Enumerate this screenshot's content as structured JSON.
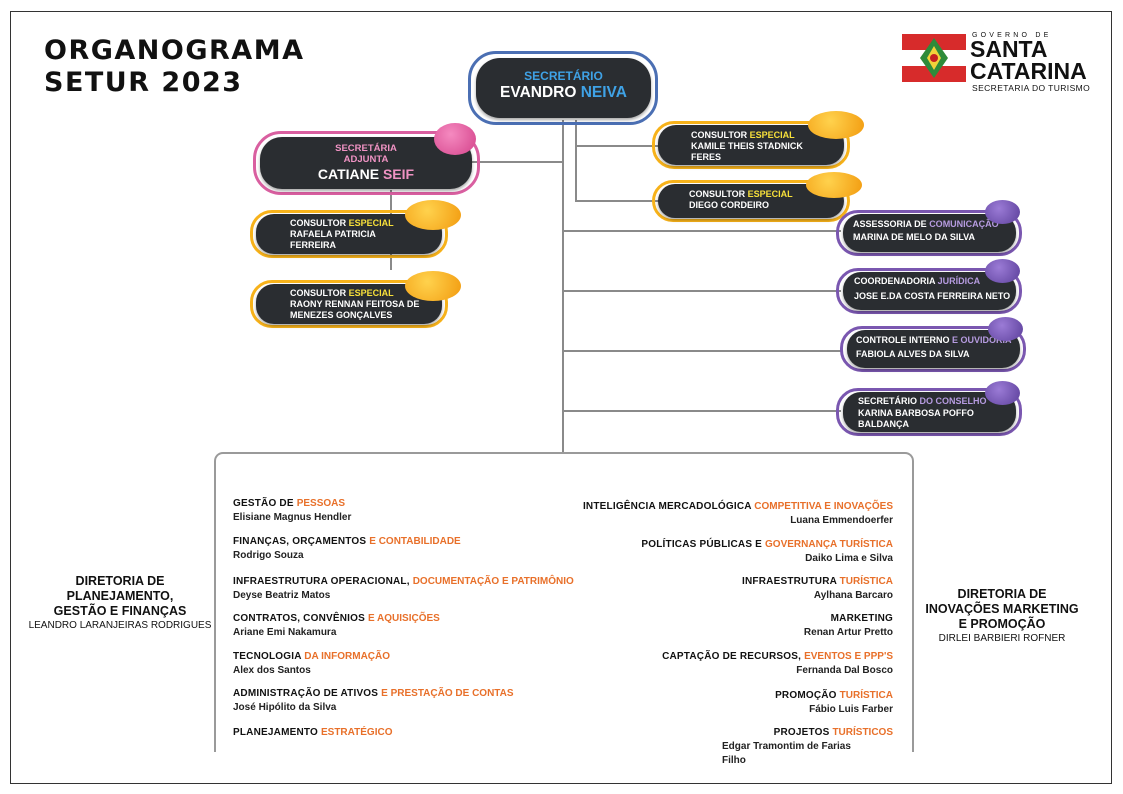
{
  "title": {
    "line1": "ORGANOGRAMA",
    "line2": "SETUR 2023"
  },
  "logo": {
    "top": "GOVERNO DE",
    "name1": "SANTA",
    "name2": "CATARINA",
    "sub": "SECRETARIA DO TURISMO"
  },
  "secretario": {
    "role": "SECRETÁRIO",
    "first": "EVANDRO",
    "last": "NEIVA"
  },
  "adjunta": {
    "role1": "SECRETÁRIA",
    "role2": "ADJUNTA",
    "first": "CATIANE",
    "last": "SEIF"
  },
  "consultor_rafaela": {
    "role_a": "CONSULTOR ",
    "role_b": "ESPECIAL",
    "line1": "RAFAELA PATRICIA",
    "line2": "FERREIRA"
  },
  "consultor_raony": {
    "role_a": "CONSULTOR ",
    "role_b": "ESPECIAL",
    "line1": "RAONY RENNAN FEITOSA DE",
    "line2": "MENEZES GONÇALVES"
  },
  "consultor_kamile": {
    "role_a": "CONSULTOR ",
    "role_b": "ESPECIAL",
    "line1": "KAMILE THEIS STADNICK",
    "line2": "FERES"
  },
  "consultor_diego": {
    "role_a": "CONSULTOR ",
    "role_b": "ESPECIAL",
    "line1": "DIEGO CORDEIRO"
  },
  "assessoria": {
    "role_a": "ASSESSORIA DE ",
    "role_b": "COMUNICAÇÃO",
    "name": "MARINA DE MELO DA SILVA"
  },
  "juridica": {
    "role_a": "COORDENADORIA ",
    "role_b": "JURÍDICA",
    "name": "JOSE E.DA COSTA FERREIRA NETO"
  },
  "controle": {
    "role_a": "CONTROLE INTERNO ",
    "role_b": "E OUVIDORIA",
    "name": "FABIOLA ALVES DA SILVA"
  },
  "conselho": {
    "role_a": "SECRETÁRIO ",
    "role_b": "DO CONSELHO",
    "name1": "KARINA BARBOSA POFFO",
    "name2": "BALDANÇA"
  },
  "dir_left": {
    "t1": "DIRETORIA DE",
    "t2": "PLANEJAMENTO,",
    "t3": "GESTÃO E FINANÇAS",
    "person": "LEANDRO LARANJEIRAS RODRIGUES"
  },
  "dir_right": {
    "t1": "DIRETORIA DE",
    "t2": "INOVAÇÕES MARKETING",
    "t3": "E PROMOÇÃO",
    "person": "DIRLEI BARBIERI ROFNER"
  },
  "left_depts": [
    {
      "a": "GESTÃO DE ",
      "b": "PESSOAS",
      "name": "Elisiane Magnus Hendler"
    },
    {
      "a": "FINANÇAS, ORÇAMENTOS ",
      "b": "E CONTABILIDADE",
      "name": "Rodrigo Souza"
    },
    {
      "a": "INFRAESTRUTURA OPERACIONAL, ",
      "b": "DOCUMENTAÇÃO E PATRIMÔNIO",
      "name": "Deyse Beatriz Matos"
    },
    {
      "a": "CONTRATOS, CONVÊNIOS ",
      "b": "E AQUISIÇÕES",
      "name": "Ariane Emi Nakamura"
    },
    {
      "a": "TECNOLOGIA ",
      "b": "DA INFORMAÇÃO",
      "name": "Alex dos Santos"
    },
    {
      "a": "ADMINISTRAÇÃO DE ATIVOS ",
      "b": "E PRESTAÇÃO DE CONTAS",
      "name": "José Hipólito da Silva"
    },
    {
      "a": "PLANEJAMENTO ",
      "b": "ESTRATÉGICO",
      "name": ""
    }
  ],
  "right_depts": [
    {
      "a": "INTELIGÊNCIA MERCADOLÓGICA ",
      "b": "COMPETITIVA E INOVAÇÕES",
      "name": "Luana Emmendoerfer"
    },
    {
      "a": "POLÍTICAS PÚBLICAS E ",
      "b": "GOVERNANÇA TURÍSTICA",
      "name": "Daiko Lima e Silva"
    },
    {
      "a": "INFRAESTRUTURA ",
      "b": "TURÍSTICA",
      "name": "Aylhana Barcaro"
    },
    {
      "a": "MARKETING",
      "b": "",
      "name": "Renan Artur Pretto"
    },
    {
      "a": "CAPTAÇÃO DE RECURSOS, ",
      "b": "EVENTOS E PPP'S",
      "name": "Fernanda Dal Bosco"
    },
    {
      "a": "PROMOÇÃO ",
      "b": "TURÍSTICA",
      "name": "Fábio Luis Farber"
    },
    {
      "a": "PROJETOS ",
      "b": "TURÍSTICOS",
      "name": "Edgar Tramontim de Farias",
      "name2": "Filho"
    }
  ],
  "colors": {
    "gold": "#f7b21a",
    "pink": "#d95fa0",
    "purple": "#7a57b0",
    "orange": "#e8702a",
    "dark": "#2a2d31"
  }
}
